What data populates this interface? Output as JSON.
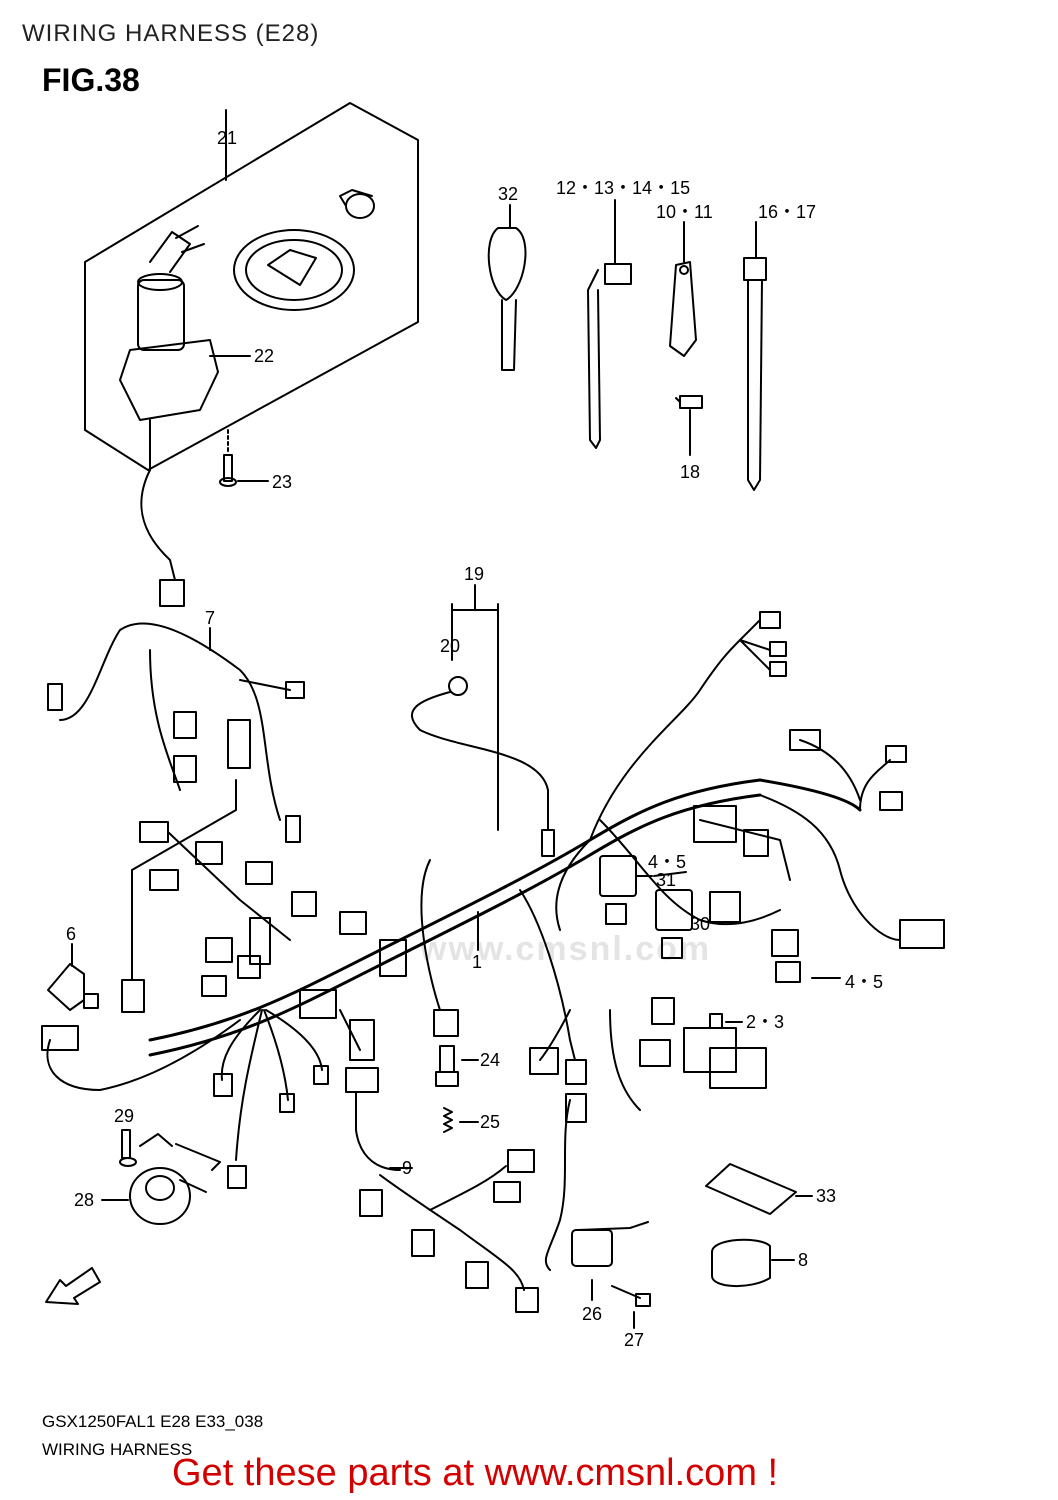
{
  "header": {
    "title": "WIRING HARNESS (E28)",
    "figure": "FIG.38"
  },
  "callouts": {
    "c1": "1",
    "c2_3": "2・3",
    "c4_5_a": "4・5",
    "c4_5_b": "4・5",
    "c6": "6",
    "c7": "7",
    "c8": "8",
    "c9": "9",
    "c10_11": "10・11",
    "c12_15": "12・13・14・15",
    "c16_17": "16・17",
    "c18": "18",
    "c19": "19",
    "c20": "20",
    "c21": "21",
    "c22": "22",
    "c23": "23",
    "c24": "24",
    "c25": "25",
    "c26": "26",
    "c27": "27",
    "c28": "28",
    "c29": "29",
    "c30": "30",
    "c31": "31",
    "c32": "32",
    "c33": "33"
  },
  "fwd_label": "FWD",
  "watermark": "www.cmsnl.com",
  "footer": {
    "model_code": "GSX1250FAL1 E28 E33_038",
    "section": "WIRING HARNESS",
    "promo": "Get these parts at www.cmsnl.com !"
  },
  "colors": {
    "promo": "#d40000",
    "line": "#000000",
    "watermark": "#e4e4e4"
  }
}
